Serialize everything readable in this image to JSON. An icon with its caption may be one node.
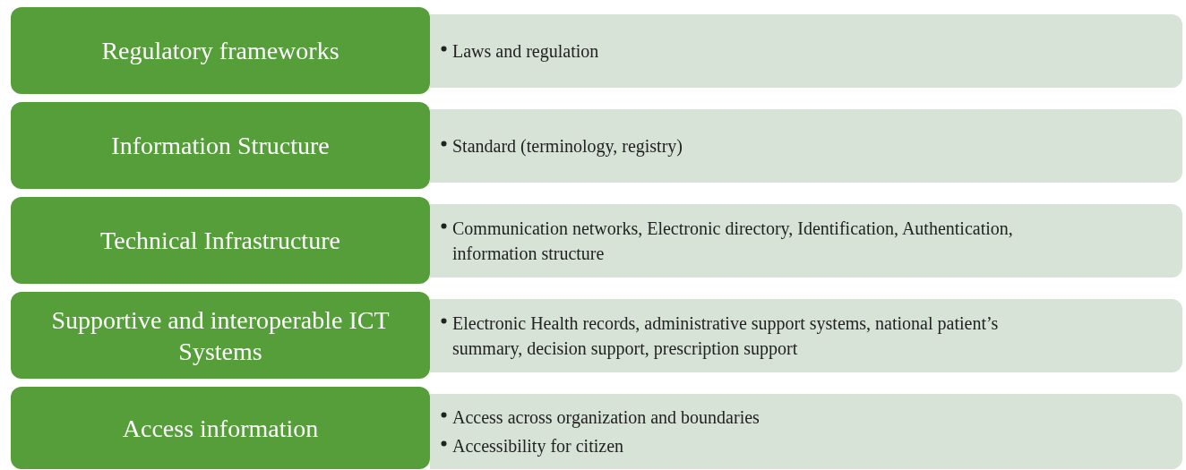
{
  "diagram": {
    "nodes": [
      {
        "text": [
          "Regulatory frameworks"
        ]
      },
      {
        "text": [
          "Laws and regulation"
        ]
      },
      {
        "text": [
          "Information Structure"
        ]
      },
      {
        "text": [
          "Standard (terminology, registry)"
        ]
      },
      {
        "text": [
          "Technical Infrastructure"
        ]
      },
      {
        "text": [
          "Communication networks, Electronic directory, Identification, Authentication, information structure"
        ]
      },
      {
        "text": [
          "Supportive and interoperable ICT Systems"
        ]
      },
      {
        "text": [
          "Electronic Health records, administrative support systems, national patient’s summary, decision support, prescription support"
        ]
      },
      {
        "text": [
          "Access information"
        ]
      },
      {
        "text": [
          "Access across organization and boundaries",
          "Accessibility for citizen"
        ]
      }
    ]
  }
}
